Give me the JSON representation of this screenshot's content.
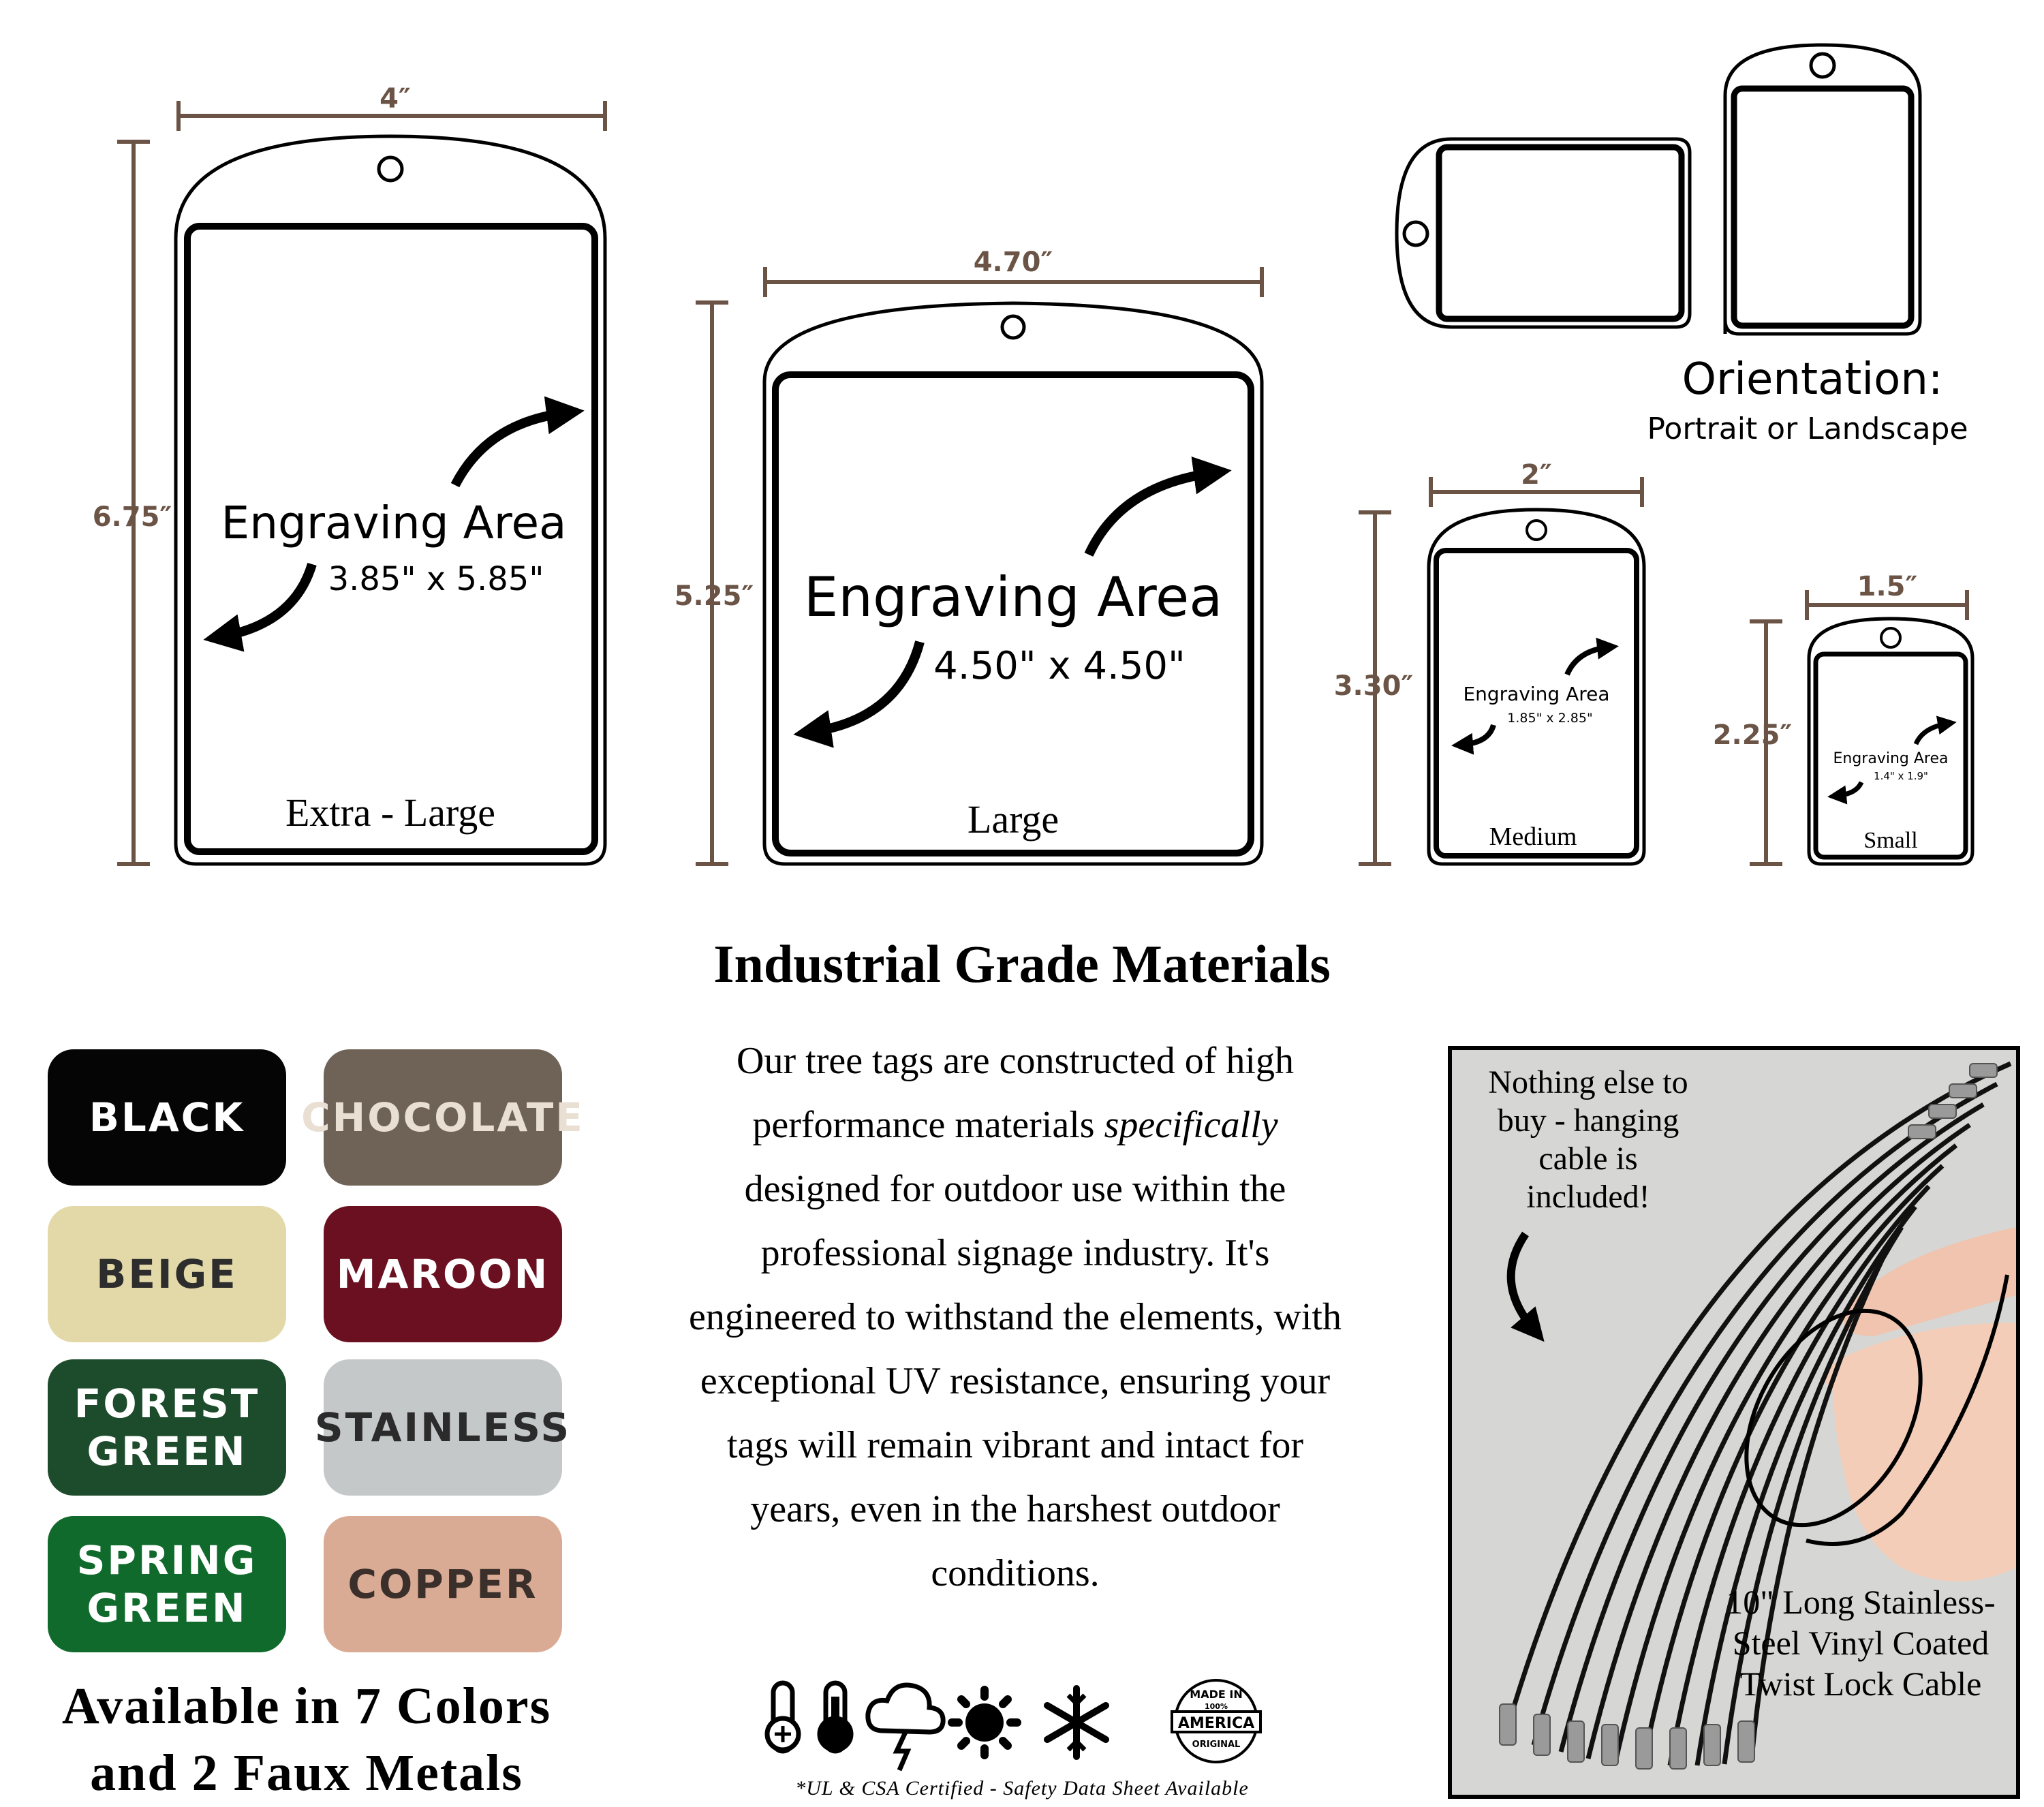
{
  "tags": {
    "xl": {
      "width": "4″",
      "height": "6.75″",
      "area_title": "Engraving Area",
      "area_size": "3.85\" x 5.85\"",
      "name": "Extra - Large"
    },
    "large": {
      "width": "4.70″",
      "height": "5.25″",
      "area_title": "Engraving Area",
      "area_size": "4.50\" x 4.50\"",
      "name": "Large"
    },
    "medium": {
      "width": "2″",
      "height": "3.30″",
      "area_title": "Engraving Area",
      "area_size": "1.85\" x 2.85\"",
      "name": "Medium"
    },
    "small": {
      "width": "1.5″",
      "height": "2.25″",
      "area_title": "Engraving Area",
      "area_size": "1.4\" x 1.9\"",
      "name": "Small"
    }
  },
  "orientation": {
    "title": "Orientation:",
    "subtitle": "Portrait or Landscape"
  },
  "materials": {
    "heading": "Industrial Grade Materials",
    "desc_before": "Our tree tags are constructed of high performance materials ",
    "desc_emph": "specifically",
    "desc_after": " designed for outdoor use within the professional signage industry.  It's engineered to withstand the elements, with exceptional UV resistance, ensuring your tags will remain vibrant and intact for years, even in the harshest outdoor conditions.",
    "cert": "*UL & CSA Certified - Safety Data Sheet Available",
    "made_in": {
      "top": "MADE IN",
      "mid": "100%",
      "main": "AMERICA",
      "bottom": "ORIGINAL"
    }
  },
  "icons": [
    "thermometer-cold-icon",
    "thermometer-hot-icon",
    "storm-cloud-icon",
    "sun-icon",
    "snowflake-icon"
  ],
  "swatches": [
    {
      "label": "BLACK",
      "bg": "#050505",
      "fg": "#ffffff"
    },
    {
      "label": "CHOCOLATE",
      "bg": "#6f6257",
      "fg": "#e9dfd3"
    },
    {
      "label": "BEIGE",
      "bg": "#e3d9a8",
      "fg": "#2d2d2d"
    },
    {
      "label": "MAROON",
      "bg": "#6b1020",
      "fg": "#ffffff"
    },
    {
      "label": "FOREST GREEN",
      "bg": "#1d4c2c",
      "fg": "#ffffff"
    },
    {
      "label": "STAINLESS",
      "bg": "#c5c8c9",
      "fg": "#2b2b2b"
    },
    {
      "label": "SPRING GREEN",
      "bg": "#106a2c",
      "fg": "#ffffff"
    },
    {
      "label": "COPPER",
      "bg": "#d9ab94",
      "fg": "#3a2f2a"
    }
  ],
  "availability": {
    "line1": "Available in 7 Colors",
    "line2": "and 2 Faux Metals"
  },
  "cable": {
    "caption_top": "Nothing else to buy - hanging cable is included!",
    "caption_bottom": "10\" Long Stainless-Steel Vinyl Coated Twist Lock Cable"
  }
}
